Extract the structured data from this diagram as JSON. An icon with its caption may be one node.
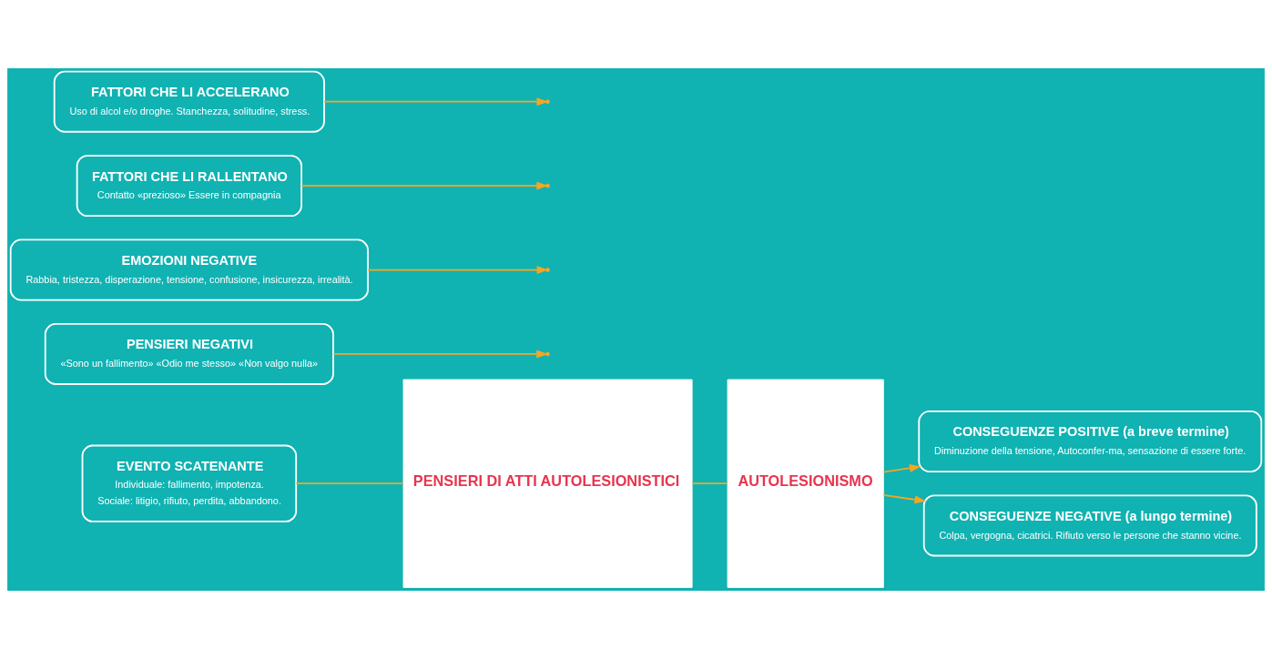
{
  "diagram": {
    "nodes": [
      {
        "text": [
          "EVENTO SCATENANTE",
          "Individuale: fallimento, impotenza.",
          "Sociale: litigio, rifiuto, perdita, abbandono."
        ]
      },
      {
        "text": [
          "PENSIERI NEGATIVI",
          "«Sono un fallimento» «Odio me stesso» «Non valgo nulla»"
        ]
      },
      {
        "text": [
          "EMOZIONI NEGATIVE",
          "Rabbia, tristezza, disperazione, tensione, confusione, insicurezza, irrealità."
        ]
      },
      {
        "text": [
          "PENSIERI DI ATTI AUTOLESIONISTICI"
        ]
      },
      {
        "text": [
          "FATTORI CHE LI RALLENTANO",
          "Contatto «prezioso» Essere in compagnia"
        ]
      },
      {
        "text": [
          "FATTORI CHE LI ACCELERANO",
          "Uso di alcol e/o droghe. Stanchezza, solitudine, stress."
        ]
      },
      {
        "text": [
          "AUTOLESIONISMO"
        ]
      },
      {
        "text": [
          "CONSEGUENZE POSITIVE (a breve termine)",
          "Diminuzione della tensione, Autoconfer-ma, sensazione di essere forte."
        ]
      },
      {
        "text": [
          "CONSEGUENZE NEGATIVE (a lungo termine)",
          "Colpa, vergogna, cicatrici. Rifiuto verso le persone che stanno vicine."
        ]
      }
    ],
    "edges": [
      {
        "from": 0,
        "to": 3,
        "arrow": "none"
      },
      {
        "from": 1,
        "to": null,
        "arrow": "to"
      },
      {
        "from": 2,
        "to": null,
        "arrow": "to"
      },
      {
        "from": 3,
        "to": 6,
        "arrow": "none"
      },
      {
        "from": 4,
        "to": null,
        "arrow": "to"
      },
      {
        "from": 5,
        "to": null,
        "arrow": "to"
      },
      {
        "from": 6,
        "to": 7,
        "arrow": "to"
      },
      {
        "from": 6,
        "to": 8,
        "arrow": "to"
      }
    ]
  }
}
